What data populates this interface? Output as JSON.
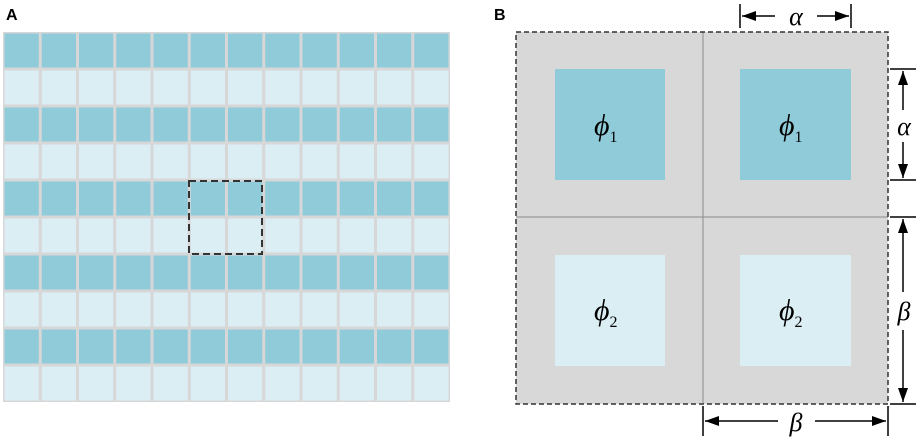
{
  "panel_a": {
    "label": "A",
    "rows": 10,
    "cols": 12,
    "row_pattern": [
      "dark",
      "light"
    ],
    "colors": {
      "dark": "#8fcbd9",
      "light": "#dbeef4",
      "grid": "#d7d7d7",
      "outline": "#333333"
    }
  },
  "panel_b": {
    "label": "B",
    "colors": {
      "background": "#d8d8d8",
      "dark": "#8fcbd9",
      "light": "#dbeef4",
      "line": "#8a8a8a",
      "outline": "#333333"
    },
    "cells": [
      {
        "symbol": "ϕ",
        "subscript": "1",
        "fill": "dark"
      },
      {
        "symbol": "ϕ",
        "subscript": "1",
        "fill": "dark"
      },
      {
        "symbol": "ϕ",
        "subscript": "2",
        "fill": "light"
      },
      {
        "symbol": "ϕ",
        "subscript": "2",
        "fill": "light"
      }
    ],
    "dimensions": {
      "alpha": "α",
      "beta": "β"
    }
  }
}
